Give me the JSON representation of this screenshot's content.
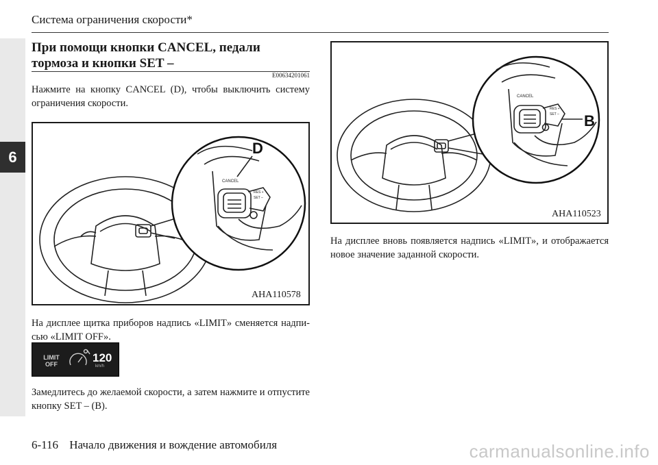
{
  "header": {
    "running_title": "Система ограничения скорости*"
  },
  "chapter_tab": "6",
  "section": {
    "title": "При помощи кнопки CANCEL, педали тормоза и кнопки SET –",
    "code": "E00634201061"
  },
  "paragraphs": {
    "p1": "Нажмите на кнопку CANCEL (D), чтобы выключить систему ограничения скорости.",
    "p2": "На дисплее щитка приборов надпись «LIMIT» сменяется надпи-сью «LIMIT OFF».",
    "p3": "Замедлитесь до желаемой скорости, а затем нажмите и отпустите кнопку SET – (B).",
    "p4": "На дисплее вновь появляется надпись «LIMIT», и отображается новое значение заданной скорости."
  },
  "figure_d": {
    "code": "AHA110578",
    "callout": "D",
    "cancel_label": "CANCEL",
    "res_label": "RES +",
    "set_label": "SET –"
  },
  "figure_b": {
    "code": "AHA110523",
    "callout": "B",
    "cancel_label": "CANCEL",
    "res_label": "RES +",
    "set_label": "SET –"
  },
  "limit_display": {
    "line1": "LIMIT",
    "line2": "OFF",
    "speed": "120",
    "unit": "km/h"
  },
  "footer": {
    "page_number": "6-116",
    "chapter_title": "Начало движения и вождение автомобиля"
  },
  "watermark": "carmanualsonline.info"
}
